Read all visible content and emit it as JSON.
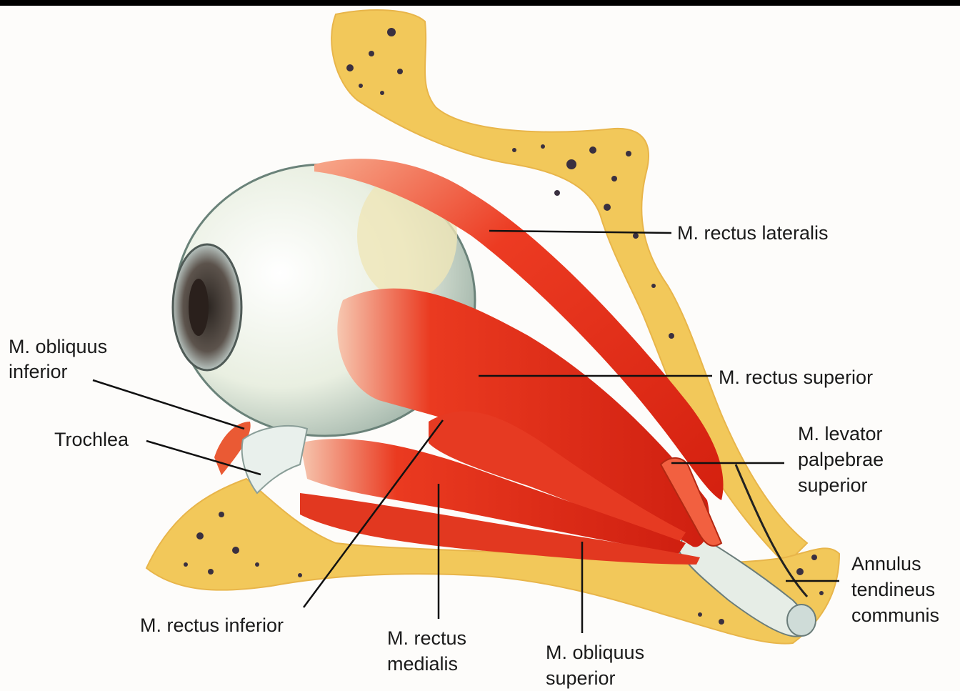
{
  "labels": {
    "rectus_lateralis": "M. rectus lateralis",
    "rectus_superior": "M. rectus superior",
    "obliquus_inferior": [
      "M. obliquus",
      "inferior"
    ],
    "trochlea": "Trochlea",
    "levator": [
      "M. levator",
      "palpebrae",
      "superior"
    ],
    "annulus": [
      "Annulus",
      "tendineus",
      "communis"
    ],
    "rectus_inferior": "M. rectus inferior",
    "rectus_medialis": [
      "M. rectus",
      "medialis"
    ],
    "obliquus_superior": [
      "M. obliquus",
      "superior"
    ]
  },
  "colors": {
    "bone": "#f2c85a",
    "bone_pore": "#3a3040",
    "muscle": "#e8301c",
    "eyeball": "#eef2e6",
    "leader": "#111111"
  }
}
